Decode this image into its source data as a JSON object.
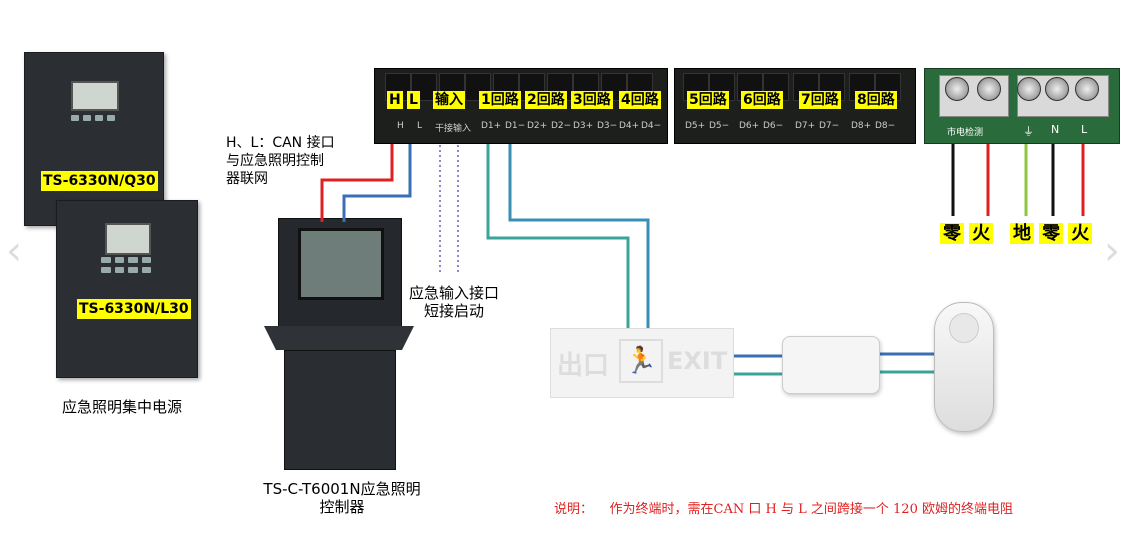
{
  "power_units": {
    "unit1_model": "TS-6330N/Q30",
    "unit2_model": "TS-6330N/L30",
    "caption": "应急照明集中电源"
  },
  "can_note": {
    "line1": "H、L：CAN 接口",
    "line2": "与应急照明控制",
    "line3": "器联网"
  },
  "controller": {
    "caption_line1": "TS-C-T6001N应急照明",
    "caption_line2": "控制器"
  },
  "emergency_input_note": {
    "line1": "应急输入接口",
    "line2": "短接启动"
  },
  "terminal_block_left": {
    "tags": [
      "H",
      "L",
      "输入",
      "1回路",
      "2回路",
      "3回路",
      "4回路"
    ],
    "sub_labels": [
      "H",
      "L",
      "干接输入",
      "D1+",
      "D1−",
      "D2+",
      "D2−",
      "D3+",
      "D3−",
      "D4+",
      "D4−"
    ]
  },
  "terminal_block_mid": {
    "tags": [
      "5回路",
      "6回路",
      "7回路",
      "8回路"
    ],
    "sub_labels": [
      "D5+",
      "D5−",
      "D6+",
      "D6−",
      "D7+",
      "D7−",
      "D8+",
      "D8−"
    ]
  },
  "power_terminal": {
    "sub_labels": [
      "市电检测",
      "⏚",
      "N",
      "L"
    ],
    "tags_left": [
      "零",
      "火"
    ],
    "tags_right": [
      "地",
      "零",
      "火"
    ]
  },
  "exit_sign": {
    "text_cn": "出口",
    "text_en": "EXIT"
  },
  "note": {
    "label": "说明：",
    "text": "作为终端时，需在CAN 口 H 与 L 之间跨接一个 120 欧姆的终端电阻"
  },
  "icons": [
    "chevron-left-icon",
    "chevron-right-icon",
    "running-man-icon"
  ],
  "colors": {
    "highlight": "#ffff00",
    "wire_red": "#e02020",
    "wire_blue": "#3a6fb5",
    "wire_teal": "#3aa39a",
    "wire_green": "#8cc63f",
    "note_red": "#e02020"
  }
}
